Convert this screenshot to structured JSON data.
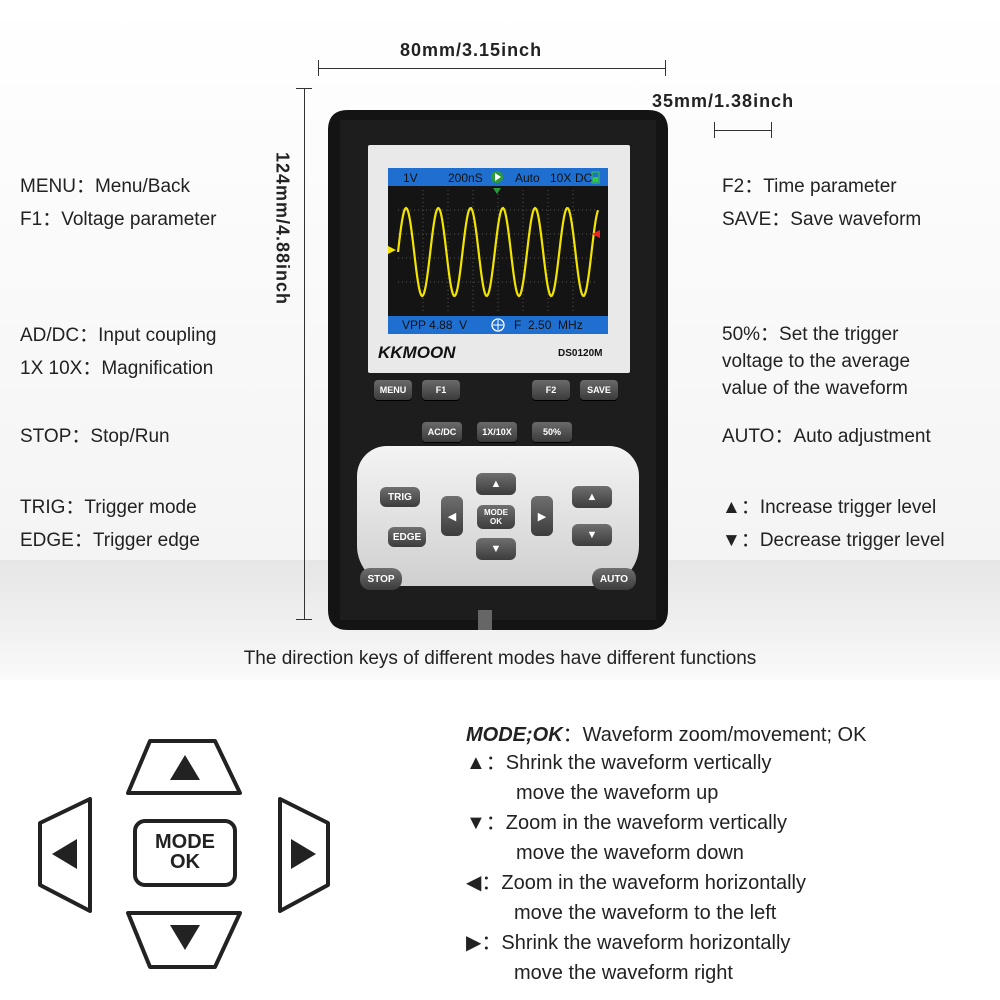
{
  "dimensions": {
    "width": "80mm/3.15inch",
    "depth": "35mm/1.38inch",
    "height": "124mm/4.88inch"
  },
  "left_features": [
    {
      "key": "MENU",
      "desc": "Menu/Back"
    },
    {
      "key": "F1",
      "desc": "Voltage parameter"
    },
    {
      "key": "AD/DC",
      "desc": "Input coupling"
    },
    {
      "key": "1X 10X",
      "desc": "Magnification"
    },
    {
      "key": "STOP",
      "desc": "Stop/Run"
    },
    {
      "key": "TRIG",
      "desc": "Trigger mode"
    },
    {
      "key": "EDGE",
      "desc": "Trigger edge"
    }
  ],
  "right_features": [
    {
      "key": "F2",
      "desc": "Time parameter"
    },
    {
      "key": "SAVE",
      "desc": "Save waveform"
    },
    {
      "key": "50%",
      "desc": "Set the trigger",
      "desc2": "voltage to the average",
      "desc3": "value of the waveform"
    },
    {
      "key": "AUTO",
      "desc": "Auto adjustment"
    },
    {
      "key": "▲",
      "desc": "Increase trigger level"
    },
    {
      "key": "▼",
      "desc": "Decrease trigger level"
    }
  ],
  "caption": "The direction keys of different modes have different functions",
  "device": {
    "brand": "KKMOON",
    "model": "DS0120M",
    "screen": {
      "volt": "1V",
      "time": "200nS",
      "mode": "Auto",
      "mag": "10X",
      "coupling": "DC",
      "vpp_label": "VPP",
      "vpp_value": "4.88",
      "vpp_unit": "V",
      "freq_label": "F",
      "freq_value": "2.50",
      "freq_unit": "MHz"
    },
    "buttons": {
      "menu": "MENU",
      "f1": "F1",
      "f2": "F2",
      "save": "SAVE",
      "acdc": "AC/DC",
      "mag": "1X/10X",
      "half": "50%",
      "trig": "TRIG",
      "edge": "EDGE",
      "mode": "MODE",
      "ok": "OK",
      "stop": "STOP",
      "auto": "AUTO"
    }
  },
  "bigpad": {
    "mode": "MODE",
    "ok": "OK"
  },
  "mode_section": {
    "title": "MODE;OK",
    "title_desc": "Waveform zoom/movement; OK",
    "items": [
      {
        "sym": "▲",
        "line1": "Shrink the waveform vertically",
        "line2": "move the waveform up"
      },
      {
        "sym": "▼",
        "line1": "Zoom in the waveform vertically",
        "line2": "move the waveform down"
      },
      {
        "sym": "◀",
        "line1": "Zoom in the waveform horizontally",
        "line2": "move the waveform to the left"
      },
      {
        "sym": "▶",
        "line1": "Shrink the waveform horizontally",
        "line2": "move the waveform right"
      }
    ]
  }
}
